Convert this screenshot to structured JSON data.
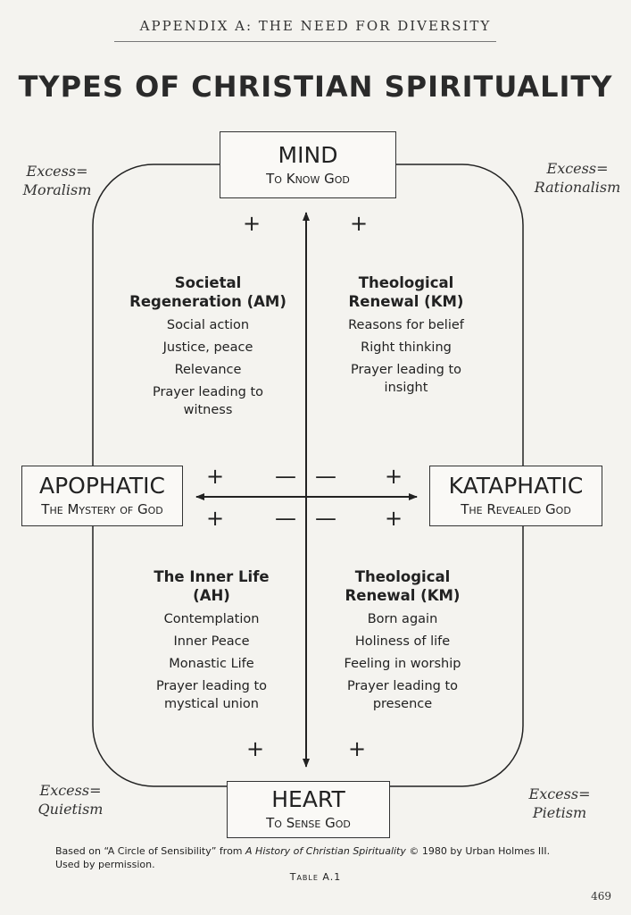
{
  "header": "APPENDIX A: THE NEED FOR DIVERSITY",
  "title": "TYPES OF CHRISTIAN SPIRITUALITY",
  "poles": {
    "top": {
      "label": "MIND",
      "sub": "To Know God"
    },
    "bottom": {
      "label": "HEART",
      "sub": "To Sense God"
    },
    "left": {
      "label": "APOPHATIC",
      "sub": "The Mystery of God"
    },
    "right": {
      "label": "KATAPHATIC",
      "sub": "The Revealed God"
    }
  },
  "excess": {
    "top_left": {
      "line1": "Excess=",
      "line2": "Moralism"
    },
    "top_right": {
      "line1": "Excess=",
      "line2": "Rationalism"
    },
    "bottom_left": {
      "line1": "Excess=",
      "line2": "Quietism"
    },
    "bottom_right": {
      "line1": "Excess=",
      "line2": "Pietism"
    }
  },
  "quadrants": {
    "top_left": {
      "title1": "Societal",
      "title2": "Regeneration (AM)",
      "items": [
        "Social action",
        "Justice, peace",
        "Relevance",
        "Prayer leading to",
        "witness"
      ]
    },
    "top_right": {
      "title1": "Theological",
      "title2": "Renewal (KM)",
      "items": [
        "Reasons for belief",
        "Right thinking",
        "Prayer leading to",
        "insight"
      ]
    },
    "bottom_left": {
      "title1": "The Inner Life",
      "title2": "(AH)",
      "items": [
        "Contemplation",
        "Inner Peace",
        "Monastic Life",
        "Prayer leading to",
        "mystical union"
      ]
    },
    "bottom_right": {
      "title1": "Theological",
      "title2": "Renewal (KM)",
      "items": [
        "Born again",
        "Holiness of life",
        "Feeling in worship",
        "Prayer leading to",
        "presence"
      ]
    }
  },
  "signs": {
    "plus": "+",
    "minus": "—"
  },
  "footnote": {
    "line1_pre": "Based on “A Circle of Sensibility” from ",
    "line1_title": "A History of Christian Spirituality",
    "line1_post": " © 1980 by Urban Holmes III.",
    "line2": "Used by permission."
  },
  "table_label": "Table A.1",
  "page_number": "469"
}
